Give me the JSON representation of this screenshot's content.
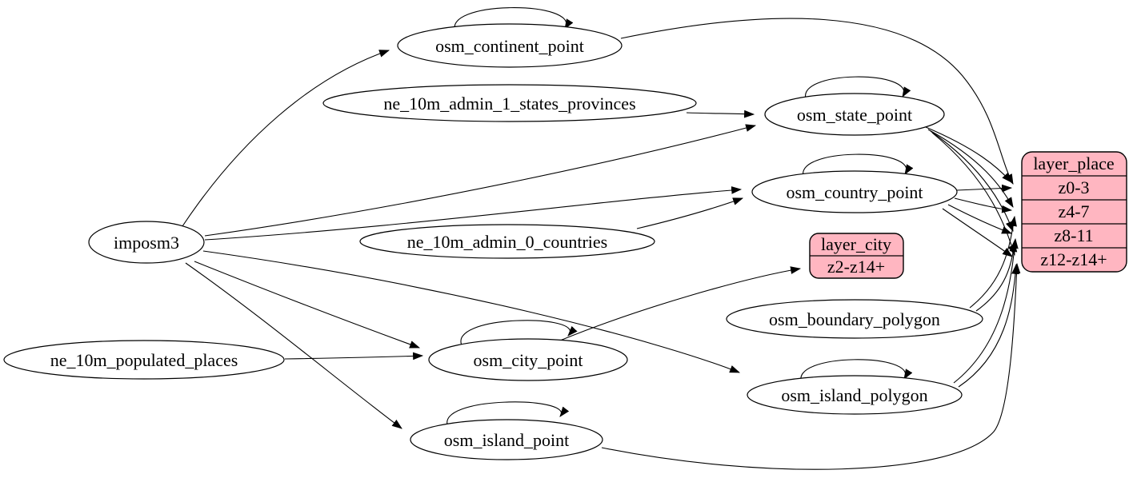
{
  "diagram": {
    "type": "graphviz-etl-dependency-graph",
    "colors": {
      "background": "#ffffff",
      "edge_stroke": "#000000",
      "ellipse_fill": "#ffffff",
      "record_fill": "#ffb6c1"
    },
    "nodes": {
      "imposm3": {
        "label": "imposm3"
      },
      "osm_continent_point": {
        "label": "osm_continent_point"
      },
      "ne_10m_admin_1_states_provinces": {
        "label": "ne_10m_admin_1_states_provinces"
      },
      "osm_state_point": {
        "label": "osm_state_point"
      },
      "osm_country_point": {
        "label": "osm_country_point"
      },
      "ne_10m_admin_0_countries": {
        "label": "ne_10m_admin_0_countries"
      },
      "osm_boundary_polygon": {
        "label": "osm_boundary_polygon"
      },
      "osm_island_polygon": {
        "label": "osm_island_polygon"
      },
      "osm_city_point": {
        "label": "osm_city_point"
      },
      "ne_10m_populated_places": {
        "label": "ne_10m_populated_places"
      },
      "osm_island_point": {
        "label": "osm_island_point"
      },
      "layer_city": {
        "header": "layer_city",
        "rows": [
          "z2-z14+"
        ]
      },
      "layer_place": {
        "header": "layer_place",
        "rows": [
          "z0-3",
          "z4-7",
          "z8-11",
          "z12-z14+"
        ]
      }
    },
    "edges": [
      {
        "from": "imposm3",
        "to": "osm_continent_point"
      },
      {
        "from": "imposm3",
        "to": "osm_state_point"
      },
      {
        "from": "imposm3",
        "to": "osm_country_point"
      },
      {
        "from": "imposm3",
        "to": "osm_city_point"
      },
      {
        "from": "imposm3",
        "to": "osm_island_point"
      },
      {
        "from": "imposm3",
        "to": "osm_island_polygon"
      },
      {
        "from": "ne_10m_admin_1_states_provinces",
        "to": "osm_state_point"
      },
      {
        "from": "ne_10m_admin_0_countries",
        "to": "osm_country_point"
      },
      {
        "from": "ne_10m_populated_places",
        "to": "osm_city_point"
      },
      {
        "from": "osm_continent_point",
        "to": "osm_continent_point",
        "note": "self-loop"
      },
      {
        "from": "osm_state_point",
        "to": "osm_state_point",
        "note": "self-loop"
      },
      {
        "from": "osm_country_point",
        "to": "osm_country_point",
        "note": "self-loop"
      },
      {
        "from": "osm_city_point",
        "to": "osm_city_point",
        "note": "self-loop"
      },
      {
        "from": "osm_island_point",
        "to": "osm_island_point",
        "note": "self-loop"
      },
      {
        "from": "osm_island_polygon",
        "to": "osm_island_polygon",
        "note": "self-loop"
      },
      {
        "from": "osm_continent_point",
        "to": "layer_place",
        "to_port": "z0-3"
      },
      {
        "from": "osm_state_point",
        "to": "layer_place",
        "to_port": "z0-3"
      },
      {
        "from": "osm_state_point",
        "to": "layer_place",
        "to_port": "z4-7"
      },
      {
        "from": "osm_state_point",
        "to": "layer_place",
        "to_port": "z8-11"
      },
      {
        "from": "osm_state_point",
        "to": "layer_place",
        "to_port": "z12-z14+"
      },
      {
        "from": "osm_country_point",
        "to": "layer_place",
        "to_port": "z0-3"
      },
      {
        "from": "osm_country_point",
        "to": "layer_place",
        "to_port": "z4-7"
      },
      {
        "from": "osm_country_point",
        "to": "layer_place",
        "to_port": "z8-11"
      },
      {
        "from": "osm_country_point",
        "to": "layer_place",
        "to_port": "z12-z14+"
      },
      {
        "from": "osm_city_point",
        "to": "layer_city",
        "to_port": "z2-z14+"
      },
      {
        "from": "osm_boundary_polygon",
        "to": "layer_place",
        "to_port": "z4-7"
      },
      {
        "from": "osm_boundary_polygon",
        "to": "layer_place",
        "to_port": "z8-11"
      },
      {
        "from": "osm_island_polygon",
        "to": "layer_place",
        "to_port": "z8-11"
      },
      {
        "from": "osm_island_polygon",
        "to": "layer_place",
        "to_port": "z12-z14+"
      },
      {
        "from": "osm_island_point",
        "to": "layer_place",
        "to_port": "z12-z14+"
      }
    ]
  }
}
